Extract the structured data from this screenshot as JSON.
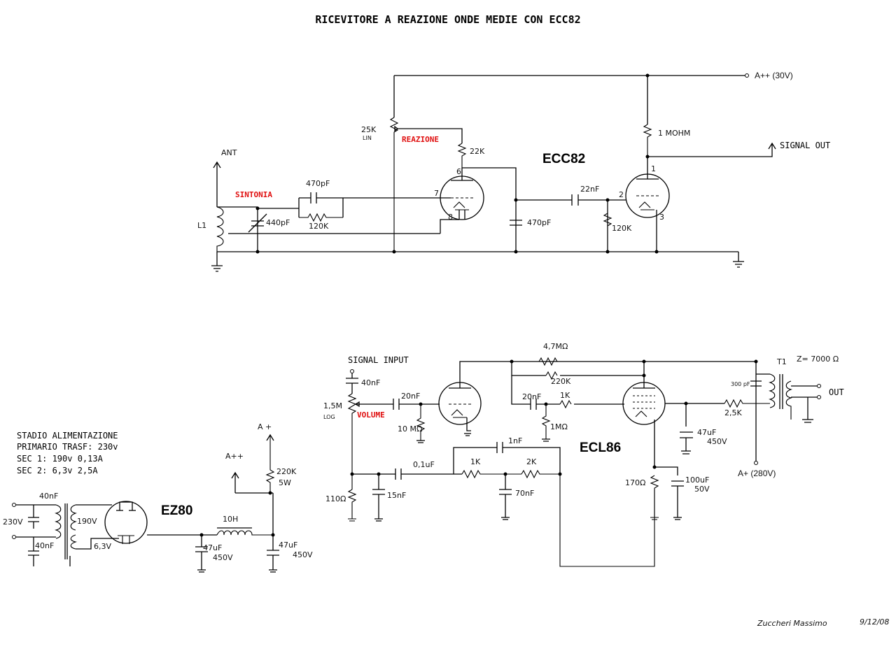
{
  "title": "RICEVITORE A REAZIONE ONDE MEDIE CON ECC82",
  "tubes": {
    "ecc82": "ECC82",
    "ecl86": "ECL86",
    "ez80": "EZ80"
  },
  "functions": {
    "sintonia": "SINTONIA",
    "reazione": "REAZIONE",
    "volume": "VOLUME"
  },
  "supply": {
    "title": "STADIO ALIMENTAZIONE",
    "lines": [
      "PRIMARIO TRASF: 230v",
      "SEC 1: 190v 0,13A",
      "SEC 2: 6,3v 2,5A"
    ]
  },
  "labels": {
    "a_pp_30": "A++ (30V)",
    "signal_out": "SIGNAL OUT",
    "ant": "ANT",
    "l1": "L1",
    "pot_25k": "25K",
    "lin": "LIN",
    "r_22k": "22K",
    "c_470p_top": "470pF",
    "r_120k_a": "120K",
    "c_440p": "440pF",
    "c_470p_b": "470pF",
    "c_22n": "22nF",
    "r_120k_b": "120K",
    "r_1m": "1 MOHM",
    "pin6": "6",
    "pin7": "7",
    "pin8": "8",
    "pin1": "1",
    "pin2": "2",
    "pin3": "3",
    "signal_input": "SIGNAL INPUT",
    "c_40n_in": "40nF",
    "pot_15m": "1,5M",
    "log": "LOG",
    "c_20n_a": "20nF",
    "r_10m": "10 MΩ",
    "r_47m": "4,7MΩ",
    "r_220k": "220K",
    "c_20n_b": "20nF",
    "r_1k_a": "1K",
    "r_1m_b": "1MΩ",
    "c_300p": "300 pF",
    "t1": "T1",
    "z": "Z= 7000 Ω",
    "out": "OUT",
    "r_25k": "2,5K",
    "c_47u_a": "47uF",
    "v_450_a": "450V",
    "a_p_280": "A+ (280V)",
    "c_1n": "1nF",
    "c_01u": "0,1uF",
    "r_1k_b": "1K",
    "r_2k": "2K",
    "c_15n": "15nF",
    "r_110": "110Ω",
    "c_70n": "70nF",
    "r_170": "170Ω",
    "c_100u": "100uF",
    "v_50": "50V",
    "a_p": "A +",
    "a_pp": "A++",
    "r_220k_5w": "220K",
    "w5": "5W",
    "c_40n_a": "40nF",
    "c_40n_b": "40nF",
    "v_230": "230V",
    "v_190": "190V",
    "v_63": "6,3V",
    "l_10h": "10H",
    "c_47u_b": "47uF",
    "v_450_b": "450V",
    "c_47u_c": "47uF",
    "v_450_c": "450V"
  },
  "signature": {
    "name": "Zuccheri Massimo",
    "date": "9/12/08"
  }
}
